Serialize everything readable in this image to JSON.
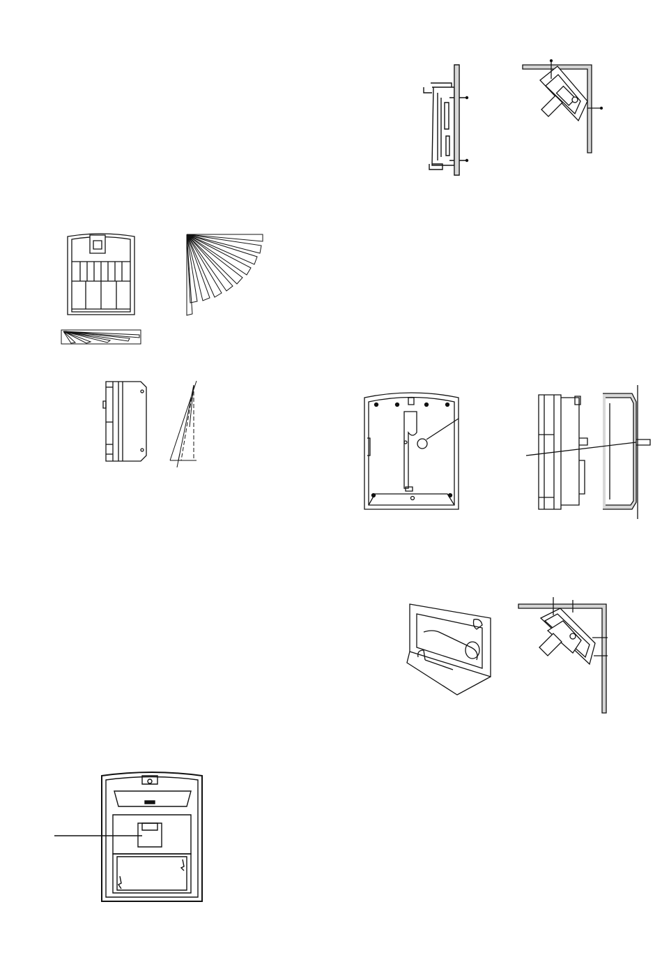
{
  "page": {
    "background": "#ffffff",
    "line_color": "#111111",
    "shade_color": "#bdbdbd"
  },
  "figures": [
    {
      "id": "wall-mount-side-view",
      "icon": "detector-flat-wall-mount-icon"
    },
    {
      "id": "corner-mount-top-view",
      "icon": "detector-corner-mount-icon"
    },
    {
      "id": "lens-front-view",
      "icon": "fresnel-lens-icon"
    },
    {
      "id": "coverage-top-view",
      "icon": "coverage-fan-icon"
    },
    {
      "id": "coverage-side-view",
      "icon": "coverage-side-fan-icon"
    },
    {
      "id": "detector-side-profile",
      "icon": "detector-profile-icon"
    },
    {
      "id": "vertical-angle-diagram",
      "icon": "tilt-angle-icon"
    },
    {
      "id": "base-plate-rear-view",
      "icon": "base-plate-icon"
    },
    {
      "id": "detector-wall-section",
      "icon": "wall-section-icon"
    },
    {
      "id": "corner-bracket-view",
      "icon": "corner-bracket-icon"
    },
    {
      "id": "bracket-corner-mount",
      "icon": "bracket-corner-mount-icon"
    },
    {
      "id": "detector-open-front",
      "icon": "open-detector-icon"
    }
  ]
}
